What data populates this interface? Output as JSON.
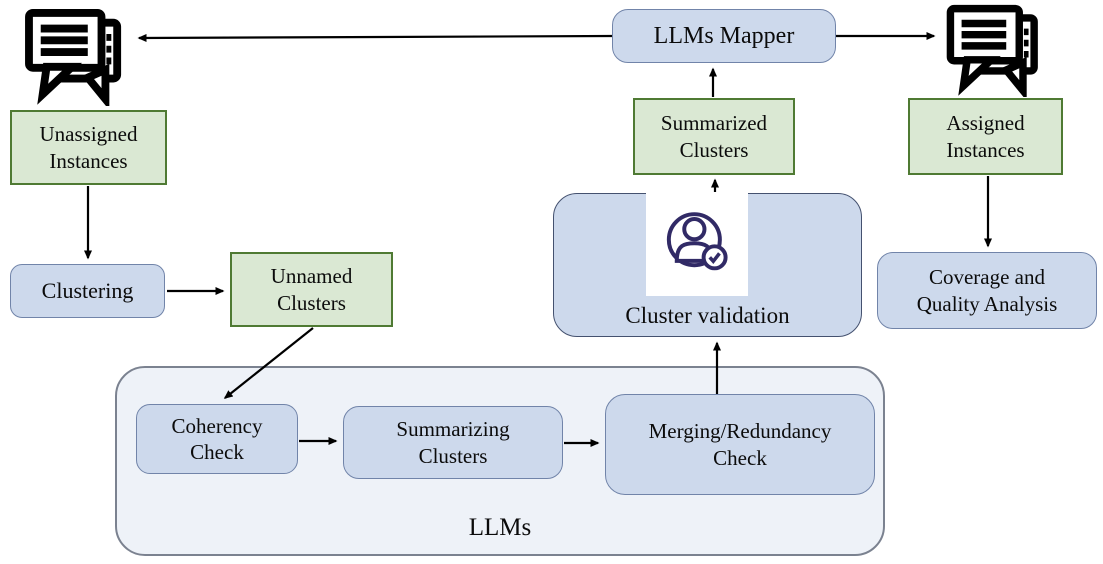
{
  "colors": {
    "blue-fill": "#cdd9ec",
    "blue-border": "#7184a9",
    "validation-border": "#44516f",
    "green-fill": "#dae8d3",
    "green-border": "#4f7a33",
    "container-fill": "#eef2f8",
    "container-border": "#7b8290",
    "icon-stroke": "#312a66",
    "arrow-color": "#000000",
    "text-color": "#0b0b0b"
  },
  "diagram": {
    "nodes": {
      "unassigned_instances": {
        "label": "Unassigned\nInstances"
      },
      "clustering": {
        "label": "Clustering"
      },
      "unnamed_clusters": {
        "label": "Unnamed\nClusters"
      },
      "coherency_check": {
        "label": "Coherency\nCheck"
      },
      "summarizing_clusters": {
        "label": "Summarizing\nClusters"
      },
      "merging_redundancy_check": {
        "label": "Merging/Redundancy\nCheck"
      },
      "llms_group": {
        "label": "LLMs"
      },
      "cluster_validation": {
        "label": "Cluster validation"
      },
      "summarized_clusters": {
        "label": "Summarized\nClusters"
      },
      "llms_mapper": {
        "label": "LLMs Mapper"
      },
      "assigned_instances": {
        "label": "Assigned\nInstances"
      },
      "coverage_quality_analysis": {
        "label": "Coverage and\nQuality Analysis"
      }
    },
    "icons": [
      {
        "name": "chat-icon-left",
        "depicts": "overlapping speech bubbles"
      },
      {
        "name": "chat-icon-right",
        "depicts": "overlapping speech bubbles"
      },
      {
        "name": "user-check-icon",
        "depicts": "person inside circle with checkmark badge"
      }
    ],
    "edges": [
      {
        "from": "llms_mapper",
        "to": "chat-icon-left"
      },
      {
        "from": "llms_mapper",
        "to": "chat-icon-right"
      },
      {
        "from": "summarized_clusters",
        "to": "llms_mapper"
      },
      {
        "from": "cluster_validation",
        "to": "summarized_clusters"
      },
      {
        "from": "merging_redundancy_check",
        "to": "cluster_validation"
      },
      {
        "from": "unassigned_instances",
        "to": "clustering"
      },
      {
        "from": "clustering",
        "to": "unnamed_clusters"
      },
      {
        "from": "unnamed_clusters",
        "to": "coherency_check"
      },
      {
        "from": "coherency_check",
        "to": "summarizing_clusters"
      },
      {
        "from": "summarizing_clusters",
        "to": "merging_redundancy_check"
      },
      {
        "from": "assigned_instances",
        "to": "coverage_quality_analysis"
      }
    ]
  }
}
